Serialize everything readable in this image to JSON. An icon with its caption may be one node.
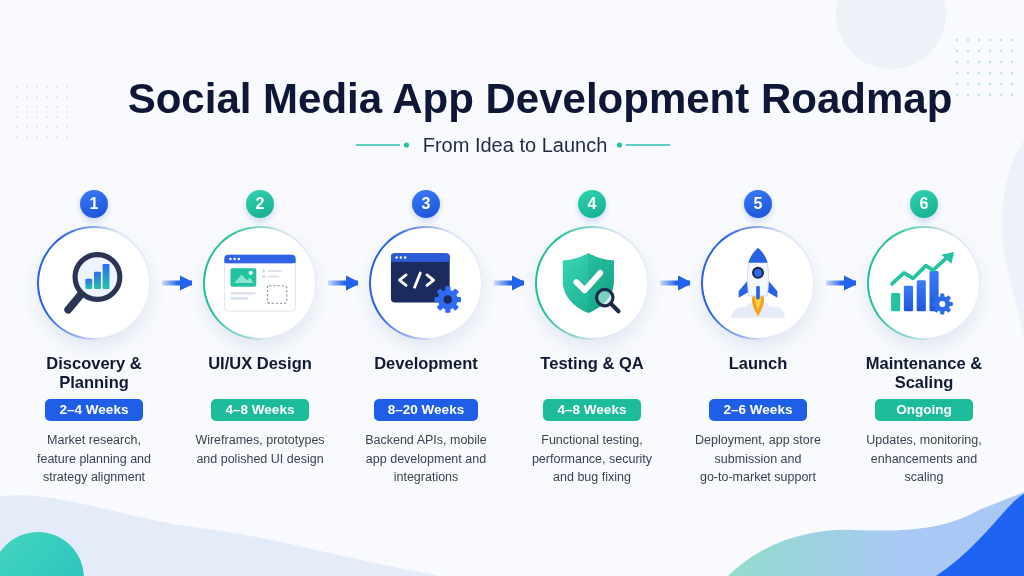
{
  "diagram": {
    "title": "Social Media App Development Roadmap",
    "nodes": [
      {
        "text": [
          "1",
          "Discovery & Planning",
          "2–4 Weeks",
          "Market research, feature planning and strategy alignment"
        ]
      },
      {
        "text": [
          "2",
          "UI/UX Design",
          "4–8 Weeks",
          "Wireframes, prototypes and polished UI design"
        ]
      },
      {
        "text": [
          "3",
          "Development",
          "8–20 Weeks",
          "Backend APIs, mobile app development and integrations"
        ]
      },
      {
        "text": [
          "4",
          "Testing & QA",
          "4–8 Weeks",
          "Functional testing, performance, security and bug fixing"
        ]
      },
      {
        "text": [
          "5",
          "Launch",
          "2–6 Weeks",
          "Deployment, app store submission and go-to-market support"
        ]
      },
      {
        "text": [
          "6",
          "Maintenance & Scaling",
          "Ongoing",
          "Updates, monitoring, enhancements and scaling"
        ]
      }
    ],
    "edges": [
      {
        "from": 0,
        "to": 1,
        "arrow": "to"
      },
      {
        "from": 1,
        "to": 2,
        "arrow": "to"
      },
      {
        "from": 2,
        "to": 3,
        "arrow": "to"
      },
      {
        "from": 3,
        "to": 4,
        "arrow": "to"
      },
      {
        "from": 4,
        "to": 5,
        "arrow": "to"
      }
    ],
    "labels": [
      "From Idea to Launch"
    ]
  }
}
